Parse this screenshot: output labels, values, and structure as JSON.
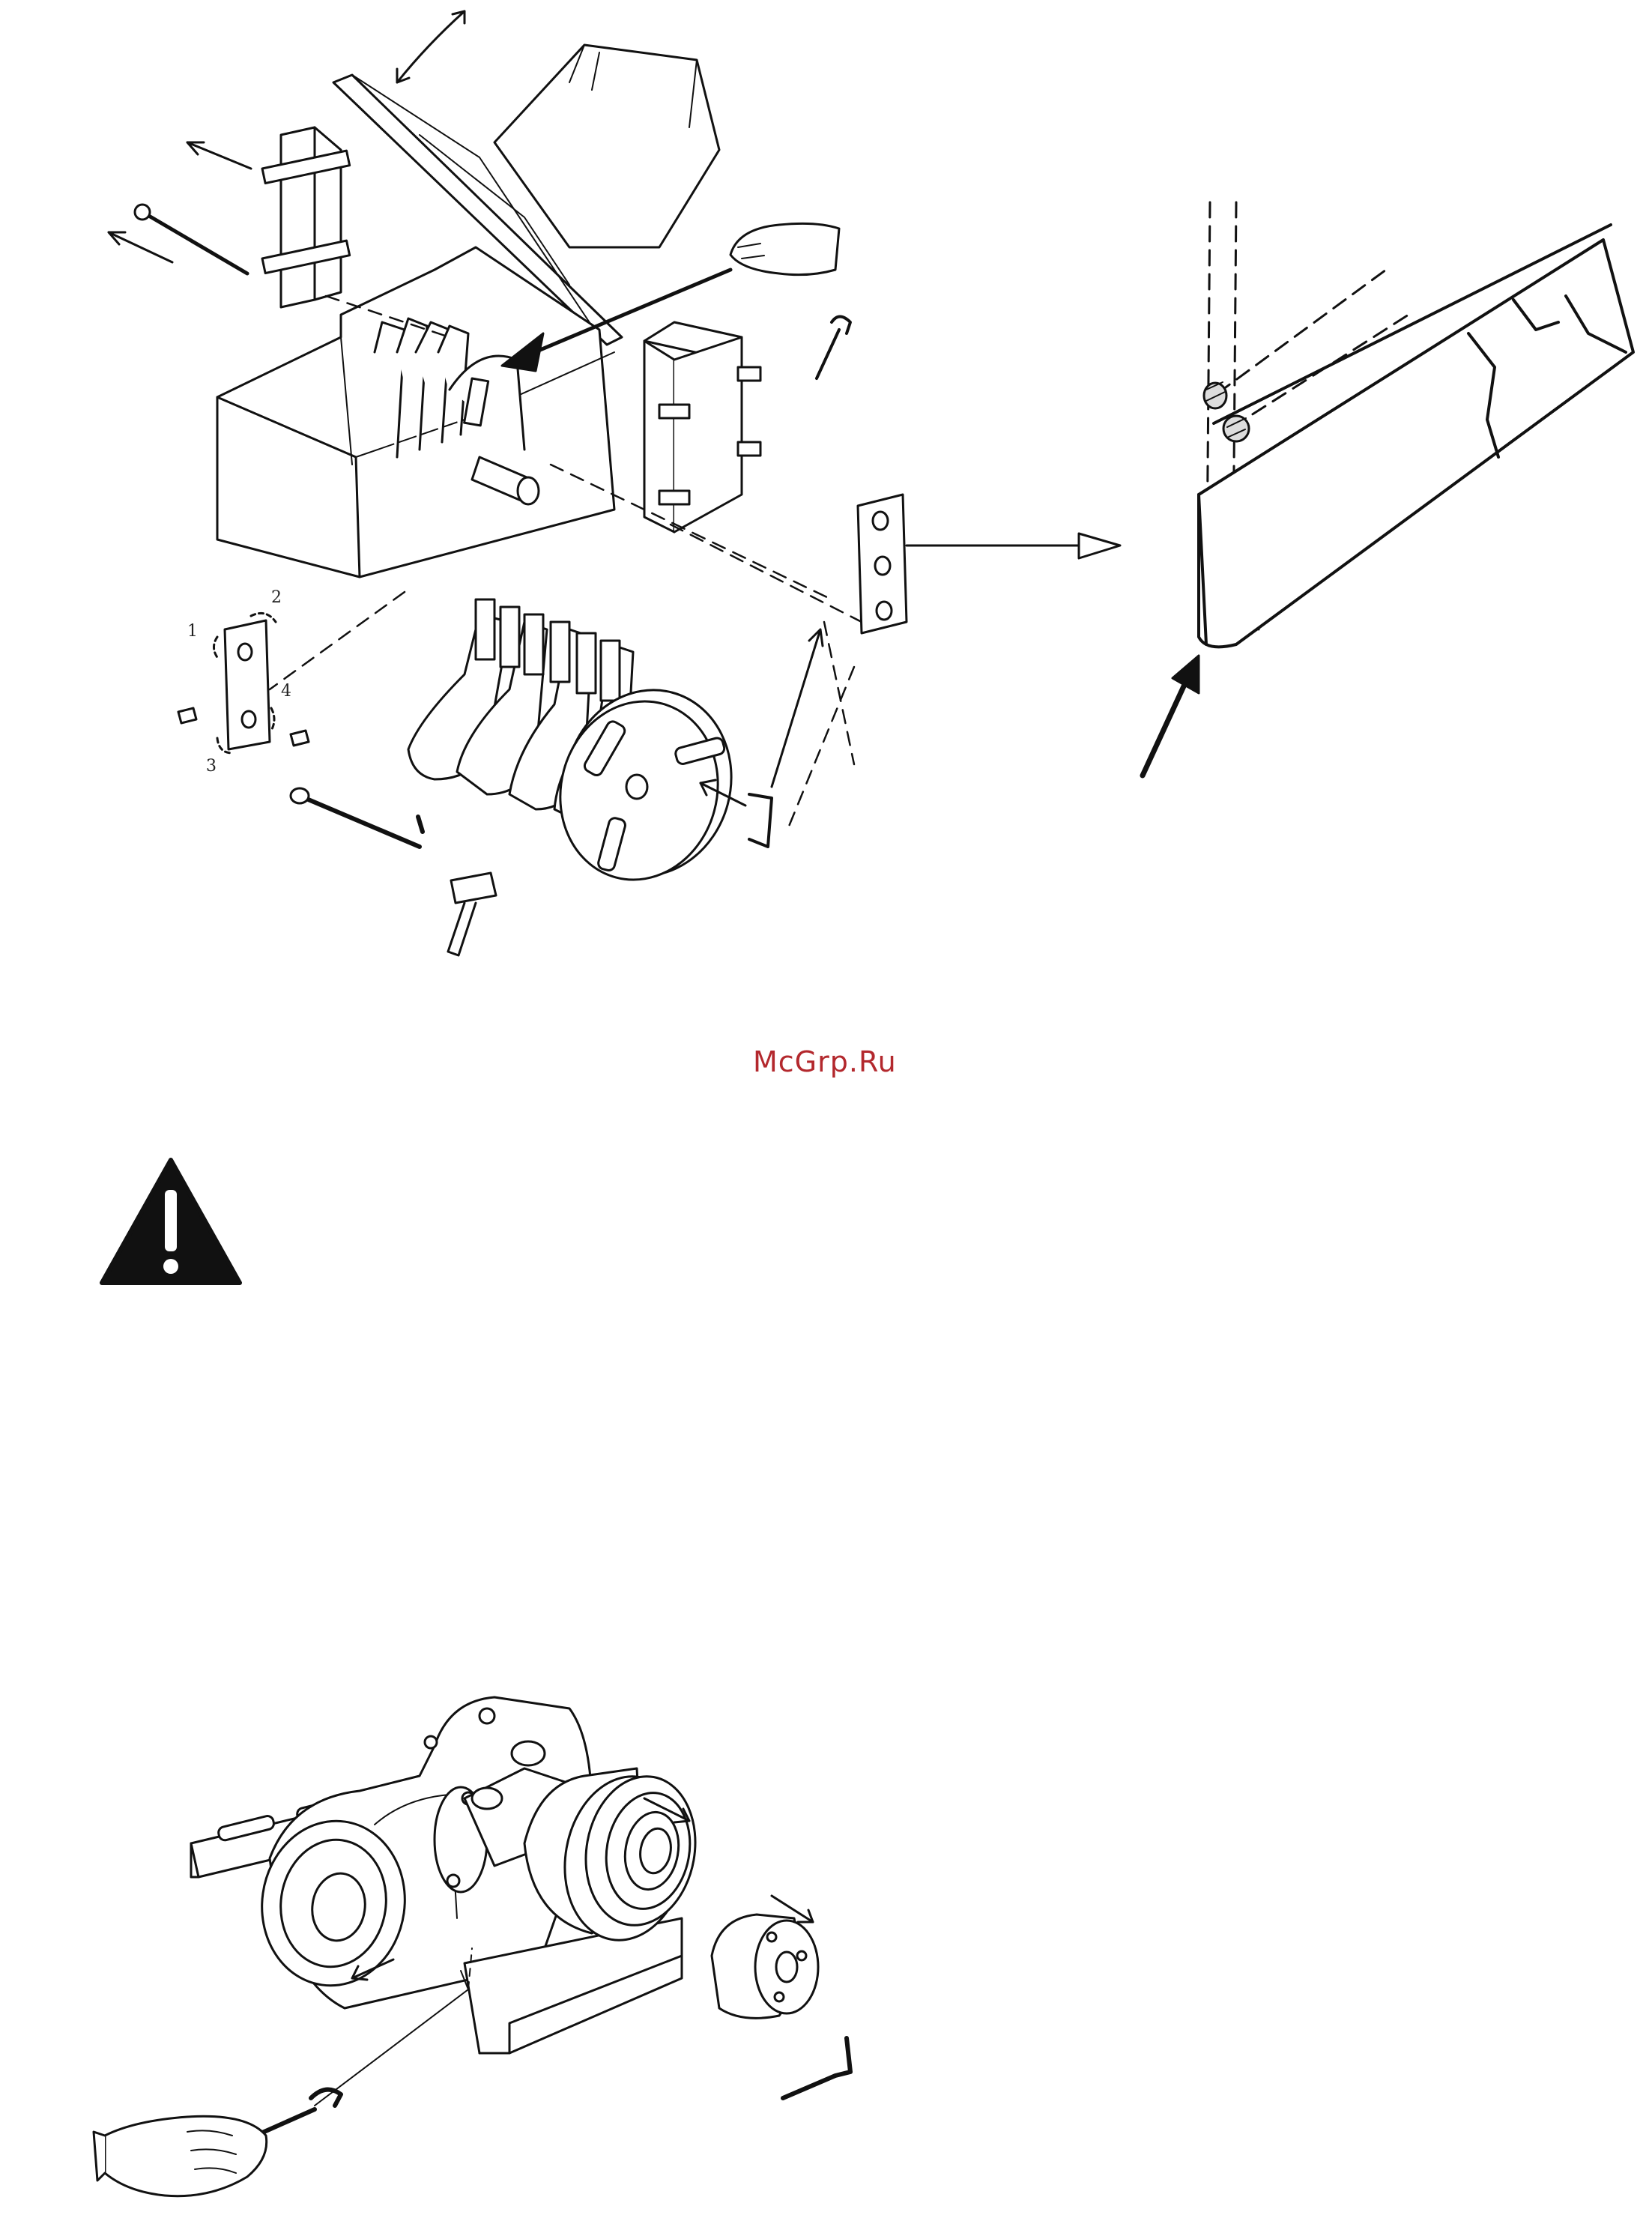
{
  "watermark": "McGrp.Ru",
  "step_labels": [
    "1",
    "2",
    "3",
    "4"
  ],
  "icons": {
    "warning": "warning-triangle-icon"
  }
}
